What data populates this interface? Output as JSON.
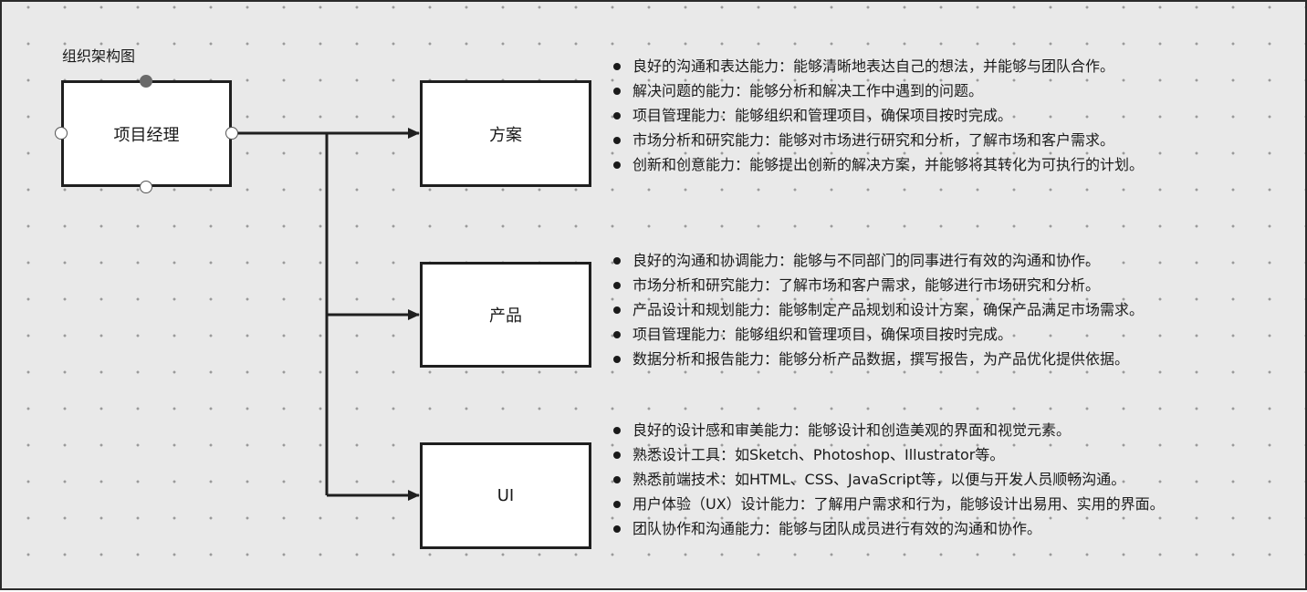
{
  "diagram": {
    "title": "组织架构图",
    "root": {
      "label": "项目经理"
    },
    "children": [
      {
        "label": "方案",
        "skills": [
          "良好的沟通和表达能力：能够清晰地表达自己的想法，并能够与团队合作。",
          "解决问题的能力：能够分析和解决工作中遇到的问题。",
          "项目管理能力：能够组织和管理项目，确保项目按时完成。",
          "市场分析和研究能力：能够对市场进行研究和分析，了解市场和客户需求。",
          "创新和创意能力：能够提出创新的解决方案，并能够将其转化为可执行的计划。"
        ]
      },
      {
        "label": "产品",
        "skills": [
          "良好的沟通和协调能力：能够与不同部门的同事进行有效的沟通和协作。",
          "市场分析和研究能力：了解市场和客户需求，能够进行市场研究和分析。",
          "产品设计和规划能力：能够制定产品规划和设计方案，确保产品满足市场需求。",
          "项目管理能力：能够组织和管理项目，确保项目按时完成。",
          "数据分析和报告能力：能够分析产品数据，撰写报告，为产品优化提供依据。"
        ]
      },
      {
        "label": "UI",
        "skills": [
          "良好的设计感和审美能力：能够设计和创造美观的界面和视觉元素。",
          "熟悉设计工具：如Sketch、Photoshop、Illustrator等。",
          "熟悉前端技术：如HTML、CSS、JavaScript等，以便与开发人员顺畅沟通。",
          "用户体验（UX）设计能力：了解用户需求和行为，能够设计出易用、实用的界面。",
          "团队协作和沟通能力：能够与团队成员进行有效的沟通和协作。"
        ]
      }
    ]
  },
  "colors": {
    "canvas_background": "#e9e9e9",
    "grid_dot": "#9a9a9a",
    "node_fill": "#ffffff",
    "stroke": "#1f1f1f"
  }
}
